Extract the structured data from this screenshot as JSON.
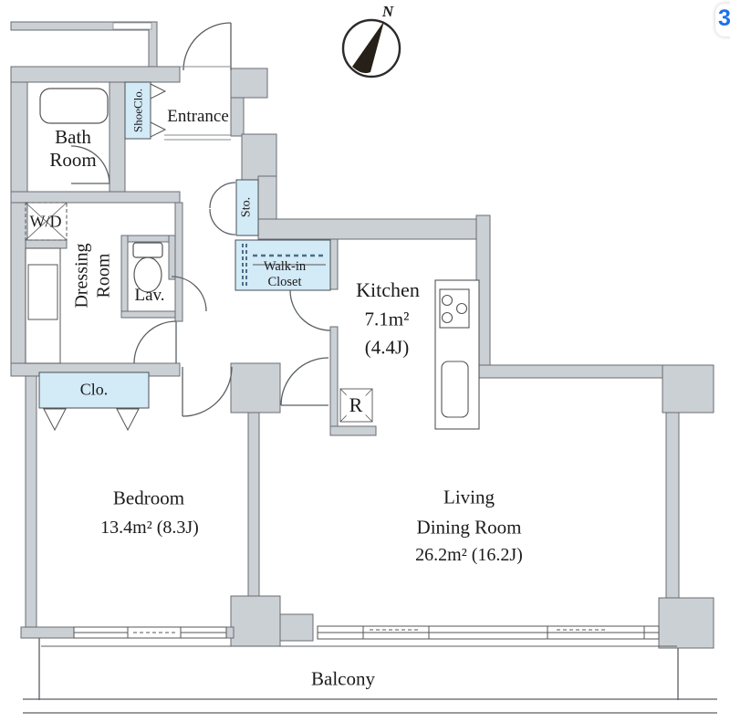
{
  "compass": {
    "label": "N"
  },
  "rooms": {
    "bath": {
      "line1": "Bath",
      "line2": "Room"
    },
    "shoe_closet": {
      "label": "ShoeClo."
    },
    "entrance": {
      "label": "Entrance"
    },
    "washer_dryer": {
      "label": "W/D"
    },
    "dressing_room": {
      "line1": "Dressing",
      "line2": "Room"
    },
    "lavatory": {
      "label": "Lav."
    },
    "storage": {
      "label": "Sto."
    },
    "walk_in_closet": {
      "line1": "Walk-in",
      "line2": "Closet"
    },
    "kitchen": {
      "label": "Kitchen",
      "area_sqm": "7.1m²",
      "area_jo": "(4.4J)"
    },
    "refrigerator": {
      "label": "R"
    },
    "closet": {
      "label": "Clo."
    },
    "bedroom": {
      "label": "Bedroom",
      "area": "13.4m²  (8.3J)"
    },
    "living_dining": {
      "line1": "Living",
      "line2": "Dining Room",
      "area": "26.2m²  (16.2J)"
    },
    "balcony": {
      "label": "Balcony"
    }
  },
  "overlay_icon": {
    "glyph": "3"
  },
  "colors": {
    "wall_fill": "#cbd0d5",
    "wall_stroke": "#686d72",
    "closet_fill": "#d3eaf7",
    "line": "#555555",
    "text": "#1b1b1b",
    "icon_blue": "#1a73e8",
    "background": "#ffffff"
  }
}
